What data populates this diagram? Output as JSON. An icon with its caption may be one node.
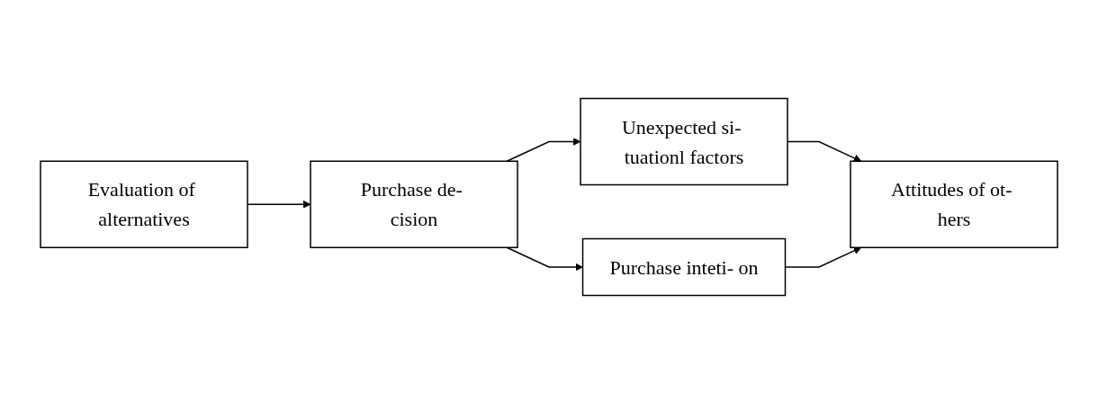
{
  "diagram": {
    "nodes": [
      {
        "text": [
          "Evaluation of alternatives"
        ]
      },
      {
        "text": [
          "Purchase de- cision"
        ]
      },
      {
        "text": [
          "Unexpected si- tuationl factors"
        ]
      },
      {
        "text": [
          "Purchase inteti- on"
        ]
      },
      {
        "text": [
          "Attitudes of ot- hers"
        ]
      }
    ],
    "edges": [
      {
        "from": 0,
        "to": 1,
        "arrow": "to"
      },
      {
        "from": 1,
        "to": 2,
        "arrow": "to"
      },
      {
        "from": 1,
        "to": 3,
        "arrow": "to"
      },
      {
        "from": 2,
        "to": 4,
        "arrow": "to"
      },
      {
        "from": 3,
        "to": 4,
        "arrow": "to"
      }
    ]
  }
}
